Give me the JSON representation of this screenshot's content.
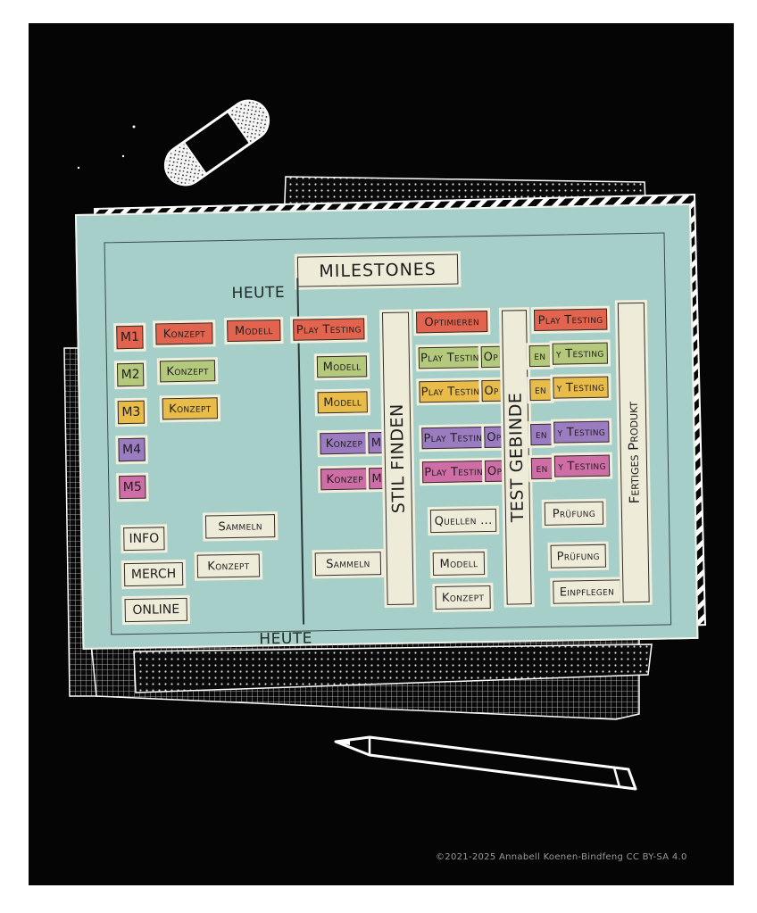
{
  "credit": "©2021-2025 Annabell Koenen-Bindfeng   CC BY-SA 4.0",
  "board": {
    "title": "MILESTONES",
    "today_top": "HEUTE",
    "today_bottom": "HEUTE",
    "milestones": [
      "M1",
      "M2",
      "M3",
      "M4",
      "M5"
    ],
    "extras": [
      "INFO",
      "MERCH",
      "ONLINE"
    ],
    "left_cards": {
      "m1_konzept": "Konzept",
      "m1_modell": "Modell",
      "m2_konzept": "Konzept",
      "m3_konzept": "Konzept",
      "info_sammeln": "Sammeln",
      "merch_konzept": "Konzept"
    },
    "col1": {
      "playtesting": "Play Testing",
      "modell_green": "Modell",
      "modell_yellow": "Modell",
      "konzept_purple": "Konzep",
      "konzept_pink": "Konzep",
      "m_purple": "M",
      "m_pink": "M",
      "sammeln": "Sammeln"
    },
    "stil_finden": "STIL FINDEN",
    "col2": {
      "optimieren": "Optimieren",
      "playtesting_green": "Play Testin",
      "playtesting_yellow": "Play Testin",
      "playtesting_purple": "Play Testin",
      "playtesting_pink": "Play Testin",
      "op_green": "Op",
      "op_yellow": "Op",
      "op_purple": "Op",
      "op_pink": "Op",
      "quellen": "Quellen ...",
      "modell": "Modell",
      "konzept": "Konzept"
    },
    "test_gebinde": "TEST GEBINDE",
    "col3": {
      "playtesting_red": "Play Testing",
      "en_green": "en",
      "en_yellow": "en",
      "en_purple": "en",
      "en_pink": "en",
      "ytesting_green": "y Testing",
      "ytesting_yellow": "y Testing",
      "ytesting_purple": "y Testing",
      "ytesting_pink": "y Testing",
      "pruefung_1": "Prüfung",
      "pruefung_2": "Prüfung",
      "einpflegen": "Einpflegen"
    },
    "fertiges_produkt": "Fertiges Produkt"
  },
  "colors": {
    "background": "#050505",
    "board": "#a6cfca",
    "red": "#e2644e",
    "green": "#b5c97d",
    "yellow": "#e9bc4a",
    "purple": "#9c7cc1",
    "pink": "#cf6da6",
    "cream": "#eeebd8"
  }
}
